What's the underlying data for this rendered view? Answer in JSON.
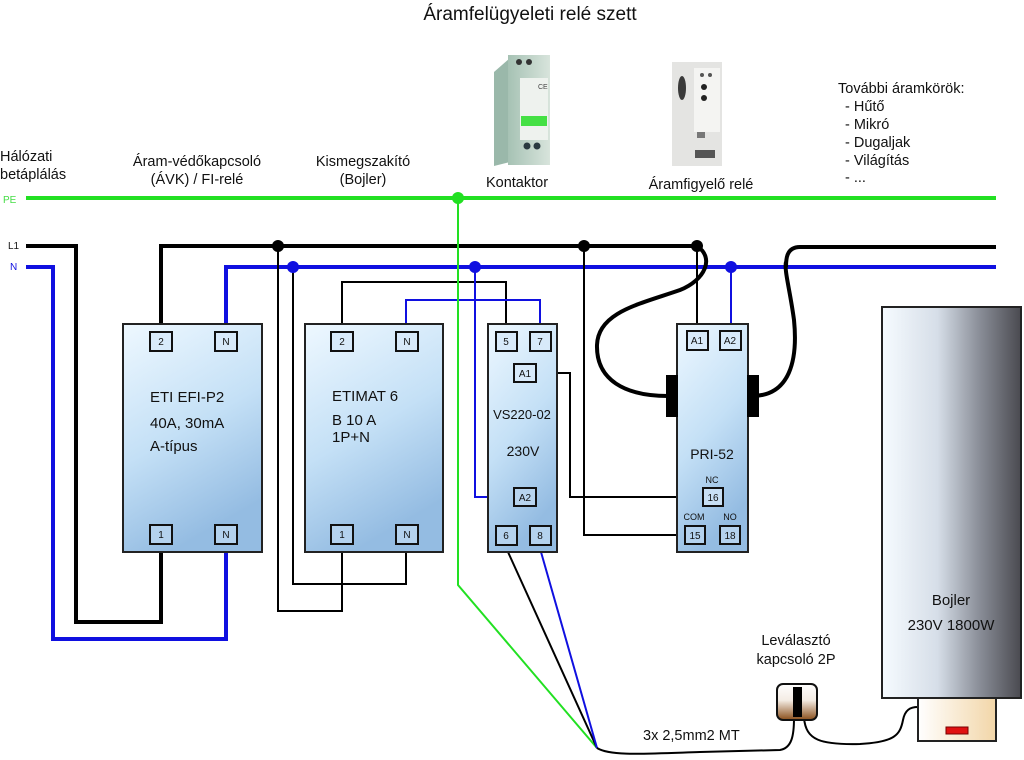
{
  "title": "Áramfelügyeleti relé szett",
  "colors": {
    "pe": "#22e022",
    "l1": "#000000",
    "n": "#1010e0",
    "device_top": "#e6f4ff",
    "device_bottom": "#9cc2e6"
  },
  "buses": {
    "pe": "PE",
    "l1": "L1",
    "n": "N"
  },
  "headings": {
    "feed_line1": "Hálózati",
    "feed_line2": "betáplálás",
    "rcd_line1": "Áram-védőkapcsoló",
    "rcd_line2": "(ÁVK) / FI-relé",
    "mcb_line1": "Kismegszakító",
    "mcb_line2": "(Bojler)",
    "contactor": "Kontaktor",
    "monitor": "Áramfigyelő relé"
  },
  "photos": {
    "contactor": "contactor-photo",
    "monitor": "current-monitor-relay-photo"
  },
  "other_circuits": {
    "heading": "További áramkörök:",
    "items": [
      "- Hűtő",
      "- Mikró",
      "- Dugaljak",
      "- Világítás",
      "- ..."
    ]
  },
  "devices": {
    "rcd": {
      "line1": "ETI EFI-P2",
      "line2": "40A, 30mA",
      "line3": "A-típus",
      "terminals": {
        "top_left": "2",
        "top_right": "N",
        "bottom_left": "1",
        "bottom_right": "N"
      }
    },
    "mcb": {
      "line1": "ETIMAT 6",
      "line2": "B 10 A",
      "line3": "1P+N",
      "terminals": {
        "top_left": "2",
        "top_right": "N",
        "bottom_left": "1",
        "bottom_right": "N"
      }
    },
    "contactor": {
      "line1": "VS220-02",
      "line2": "230V",
      "terminals": {
        "t5": "5",
        "t7": "7",
        "a1": "A1",
        "a2": "A2",
        "t6": "6",
        "t8": "8"
      }
    },
    "monitor": {
      "line1": "PRI-52",
      "terminals": {
        "a1": "A1",
        "a2": "A2",
        "t16": "16",
        "t15": "15",
        "t18": "18"
      },
      "contact_labels": {
        "nc": "NC",
        "com": "COM",
        "no": "NO"
      }
    },
    "boiler": {
      "line1": "Bojler",
      "line2": "230V 1800W"
    },
    "switch": {
      "line1": "Leválasztó",
      "line2": "kapcsoló 2P"
    }
  },
  "cable_label": "3x 2,5mm2 MT"
}
